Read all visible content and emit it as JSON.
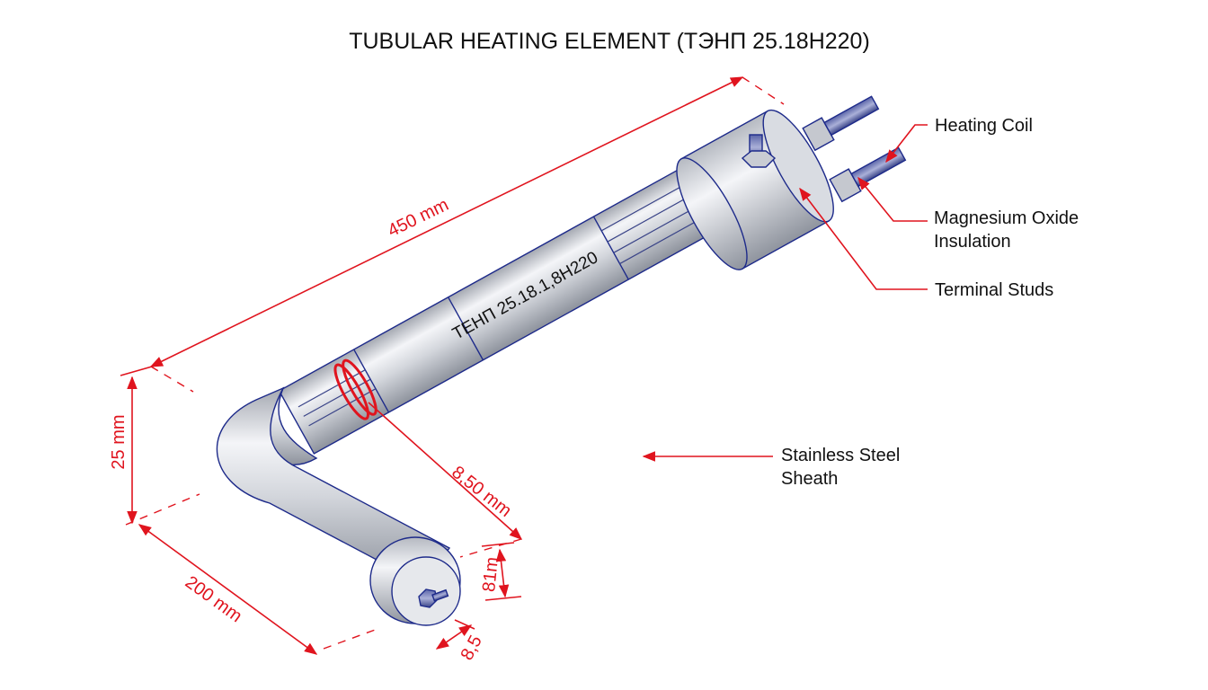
{
  "title": "TUBULAR HEATING ELEMENT (ТЭНП 25.18H220)",
  "tube_marking": "ТЕНП 25.18.1,8H220",
  "callouts": {
    "heating_coil": "Heating Coil",
    "magnesium_oxide_line1": "Magnesium Oxide",
    "magnesium_oxide_line2": "Insulation",
    "terminal_studs": "Terminal Studs",
    "sheath_line1": "Stainless Steel",
    "sheath_line2": "Sheath"
  },
  "dimensions": {
    "length": "450 mm",
    "height": "25 mm",
    "leg": "200 mm",
    "diameter": "8,50 mm",
    "end_small": "8,5",
    "end_height": "81m"
  },
  "colors": {
    "dimension": "#e0141e",
    "outline": "#1d2a8a",
    "metal_light": "#f2f3f6",
    "metal_dark": "#9ea3ad",
    "text": "#111111"
  }
}
